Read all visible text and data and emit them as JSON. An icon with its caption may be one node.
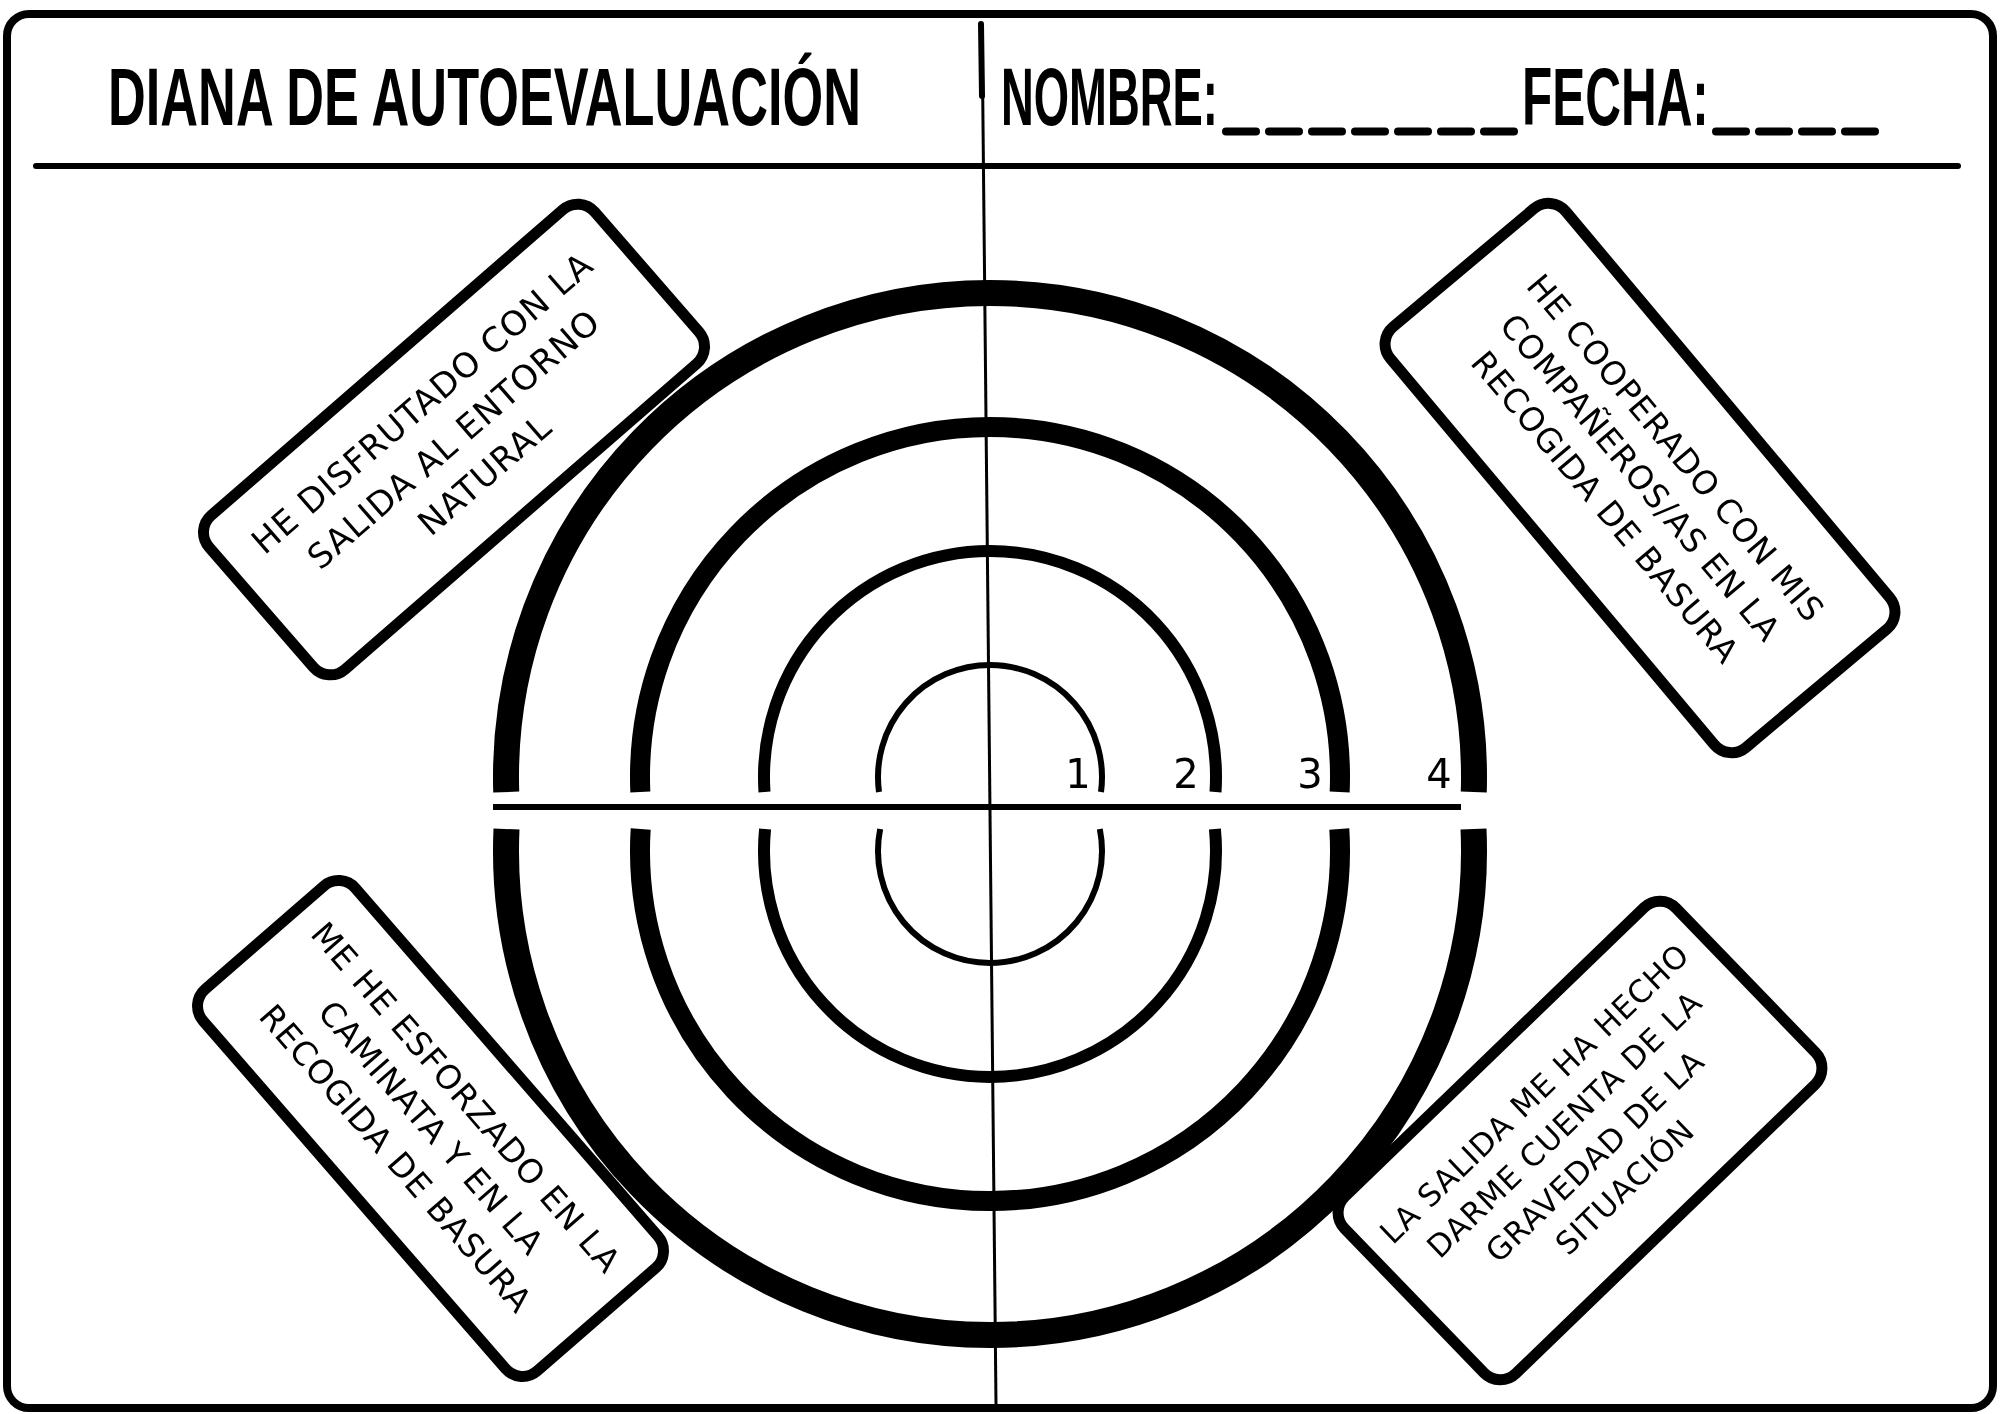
{
  "diagram": {
    "title": "DIANA DE AUTOEVALUACIÓN",
    "nodes": [
      {
        "text": [
          "HE DISFRUTADO CON LA SALIDA AL ENTORNO NATURAL"
        ]
      },
      {
        "text": [
          "HE COOPERADO CON MIS COMPAÑEROS/AS EN LA RECOGIDA DE BASURA"
        ]
      },
      {
        "text": [
          "ME HE ESFORZADO EN LA CAMINATA Y EN LA RECOGIDA DE BASURA"
        ]
      },
      {
        "text": [
          "LA SALIDA ME HA HECHO DARME CUENTA DE LA GRAVEDAD DE LA SITUACIÓN"
        ]
      }
    ],
    "labels": [
      "NOMBRE:",
      "FECHA:",
      "1",
      "2",
      "3",
      "4"
    ]
  }
}
